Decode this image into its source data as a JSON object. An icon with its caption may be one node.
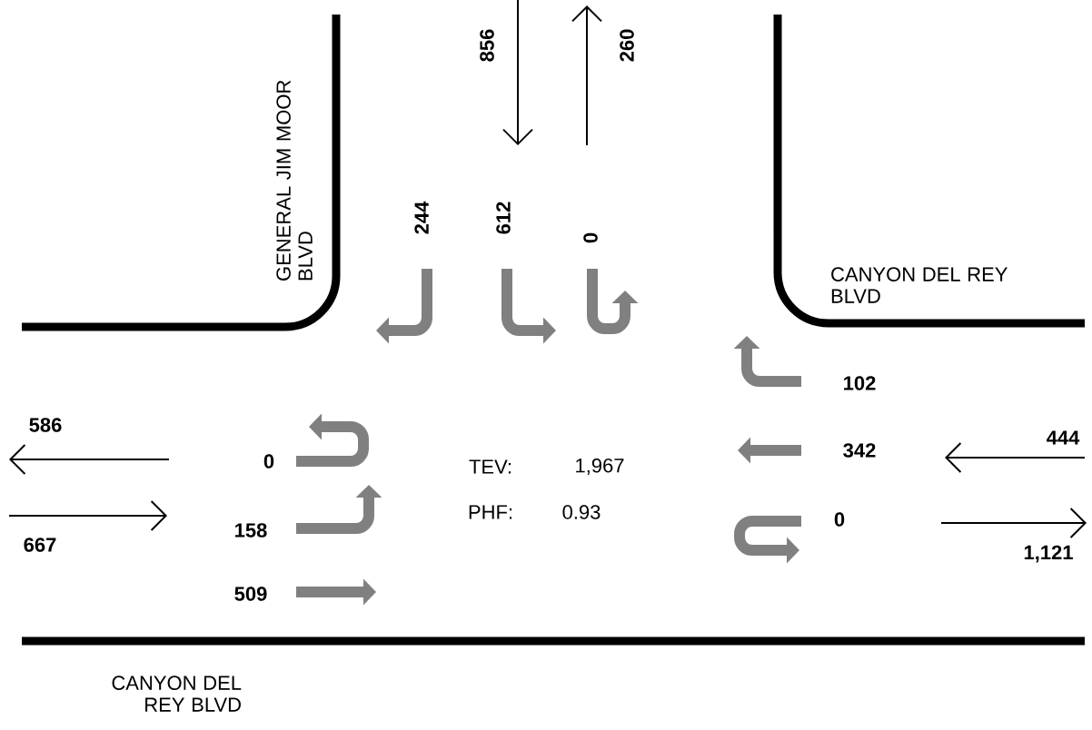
{
  "diagram": {
    "labels": [
      "856",
      "260",
      "GENERAL JIM MOOR BLVD",
      "244",
      "612",
      "0",
      "CANYON DEL REY BLVD",
      "102",
      "586",
      "0",
      "TEV:",
      "1,967",
      "342",
      "444",
      "667",
      "158",
      "PHF:",
      "0.93",
      "0",
      "1,121",
      "509",
      "CANYON DEL REY BLVD"
    ]
  }
}
